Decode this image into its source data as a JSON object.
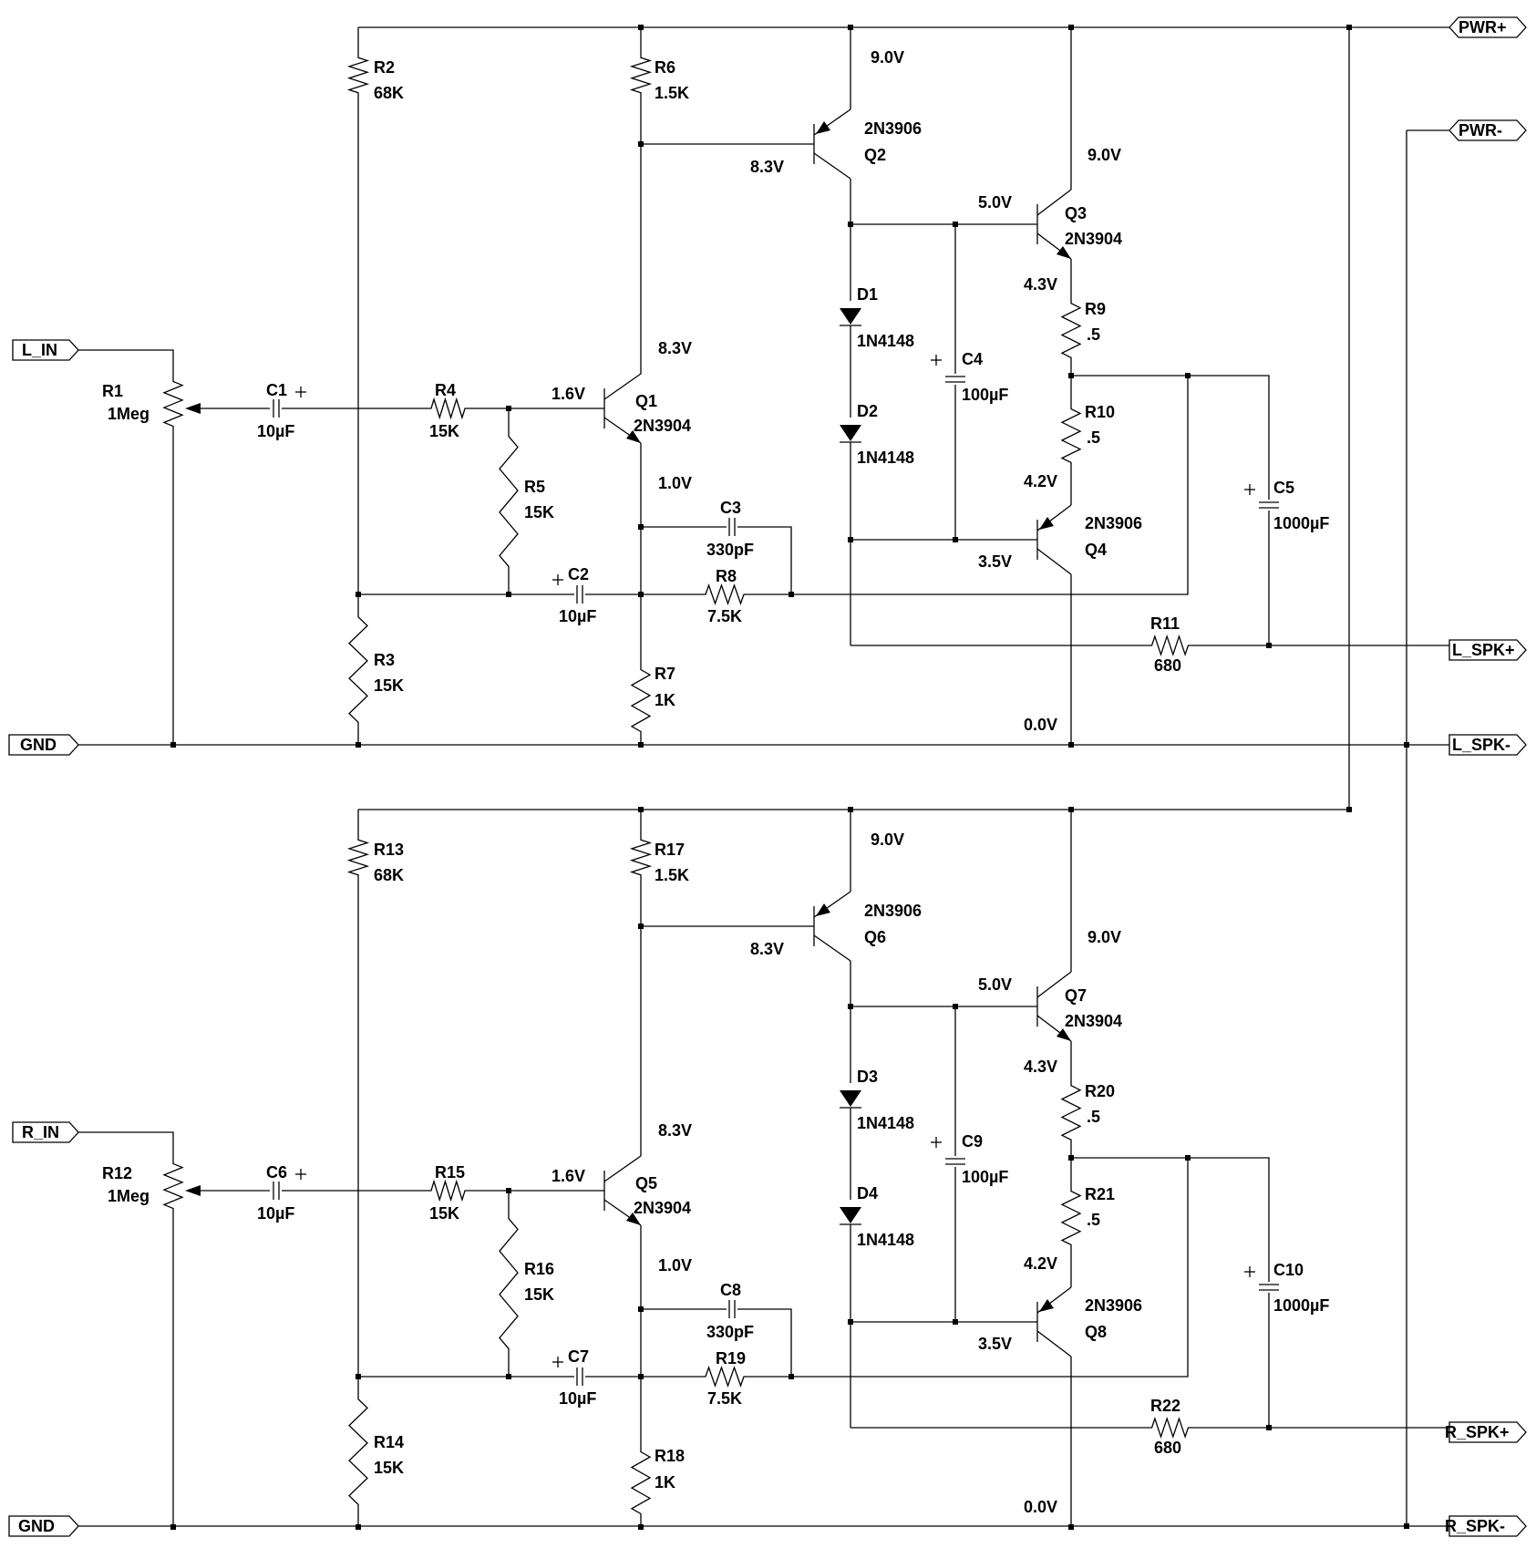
{
  "ports": {
    "pwr_plus": "PWR+",
    "pwr_minus": "PWR-",
    "l_in": "L_IN",
    "r_in": "R_IN",
    "gnd": "GND",
    "l_spk_plus": "L_SPK+",
    "l_spk_minus": "L_SPK-",
    "r_spk_plus": "R_SPK+",
    "r_spk_minus": "R_SPK-"
  },
  "channels": [
    {
      "r_pot": "R1",
      "r_pot_val": "1Meg",
      "c_in": "C1",
      "c_in_val": "10µF",
      "r_in": "R4",
      "r_in_val": "15K",
      "r_b1": "R5",
      "r_b1_val": "15K",
      "r_top": "R2",
      "r_top_val": "68K",
      "r_bot": "R3",
      "r_bot_val": "15K",
      "r_col": "R6",
      "r_col_val": "1.5K",
      "r_emi": "R7",
      "r_emi_val": "1K",
      "c_fb": "C3",
      "c_fb_val": "330pF",
      "c_fb2": "C2",
      "c_fb2_val": "10µF",
      "r_fb": "R8",
      "r_fb_val": "7.5K",
      "q_in": "Q1",
      "q_in_type": "2N3904",
      "q_drv": "Q2",
      "q_drv_type": "2N3906",
      "q_hi": "Q3",
      "q_hi_type": "2N3904",
      "q_lo": "Q4",
      "q_lo_type": "2N3906",
      "d1": "D1",
      "d1_type": "1N4148",
      "d2": "D2",
      "d2_type": "1N4148",
      "c_bs": "C4",
      "c_bs_val": "100µF",
      "r_e1": "R9",
      "r_e1_val": ".5",
      "r_e2": "R10",
      "r_e2_val": ".5",
      "c_out": "C5",
      "c_out_val": "1000µF",
      "r_out": "R11",
      "r_out_val": "680",
      "v_top": "9.0V",
      "v_drv_b": "8.3V",
      "v_q3_c": "9.0V",
      "v_q3_b": "5.0V",
      "v_q3_e": "4.3V",
      "v_q1_c": "8.3V",
      "v_q1_b": "1.6V",
      "v_q1_e": "1.0V",
      "v_q4_e": "4.2V",
      "v_q4_b": "3.5V",
      "v_gnd": "0.0V"
    },
    {
      "r_pot": "R12",
      "r_pot_val": "1Meg",
      "c_in": "C6",
      "c_in_val": "10µF",
      "r_in": "R15",
      "r_in_val": "15K",
      "r_b1": "R16",
      "r_b1_val": "15K",
      "r_top": "R13",
      "r_top_val": "68K",
      "r_bot": "R14",
      "r_bot_val": "15K",
      "r_col": "R17",
      "r_col_val": "1.5K",
      "r_emi": "R18",
      "r_emi_val": "1K",
      "c_fb": "C8",
      "c_fb_val": "330pF",
      "c_fb2": "C7",
      "c_fb2_val": "10µF",
      "r_fb": "R19",
      "r_fb_val": "7.5K",
      "q_in": "Q5",
      "q_in_type": "2N3904",
      "q_drv": "Q6",
      "q_drv_type": "2N3906",
      "q_hi": "Q7",
      "q_hi_type": "2N3904",
      "q_lo": "Q8",
      "q_lo_type": "2N3906",
      "d1": "D3",
      "d1_type": "1N4148",
      "d2": "D4",
      "d2_type": "1N4148",
      "c_bs": "C9",
      "c_bs_val": "100µF",
      "r_e1": "R20",
      "r_e1_val": ".5",
      "r_e2": "R21",
      "r_e2_val": ".5",
      "c_out": "C10",
      "c_out_val": "1000µF",
      "r_out": "R22",
      "r_out_val": "680",
      "v_top": "9.0V",
      "v_drv_b": "8.3V",
      "v_q3_c": "9.0V",
      "v_q3_b": "5.0V",
      "v_q3_e": "4.3V",
      "v_q1_c": "8.3V",
      "v_q1_b": "1.6V",
      "v_q1_e": "1.0V",
      "v_q4_e": "4.2V",
      "v_q4_b": "3.5V",
      "v_gnd": "0.0V"
    }
  ]
}
